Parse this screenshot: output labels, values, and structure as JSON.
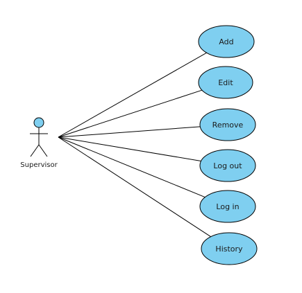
{
  "actor": {
    "name": "Supervisor",
    "head_color": "#7fcff0"
  },
  "use_cases": [
    {
      "label": "Add"
    },
    {
      "label": "Edit"
    },
    {
      "label": "Remove"
    },
    {
      "label": "Log out"
    },
    {
      "label": "Log in"
    },
    {
      "label": "History"
    }
  ],
  "colors": {
    "use_case_fill": "#7fcff0",
    "stroke": "#000000"
  }
}
